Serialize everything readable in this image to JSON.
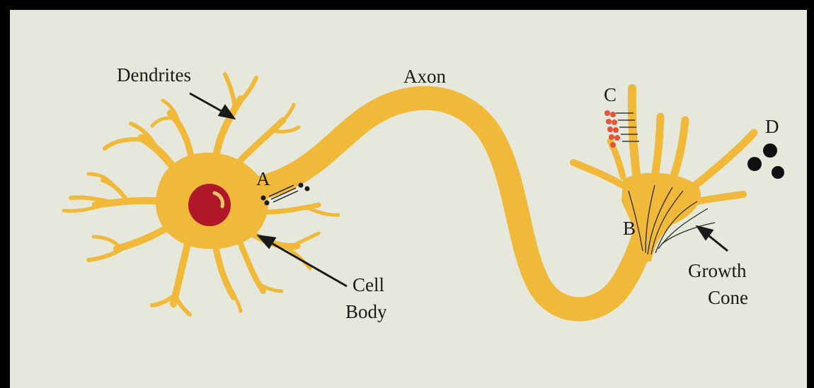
{
  "colors": {
    "frame": "#000000",
    "background": "#e6e8dc",
    "neuron": "#f0b93a",
    "nucleus": "#b0182a",
    "nucleolus": "#f3c969",
    "ink": "#1a1a1a",
    "protein": "#e8513a"
  },
  "labels": {
    "dendrites": "Dendrites",
    "axon": "Axon",
    "cell_body_line1": "Cell",
    "cell_body_line2": "Body",
    "a": "A",
    "b": "B",
    "c": "C",
    "d": "D",
    "growth_cone_line1": "Growth",
    "growth_cone_line2": "Cone"
  }
}
